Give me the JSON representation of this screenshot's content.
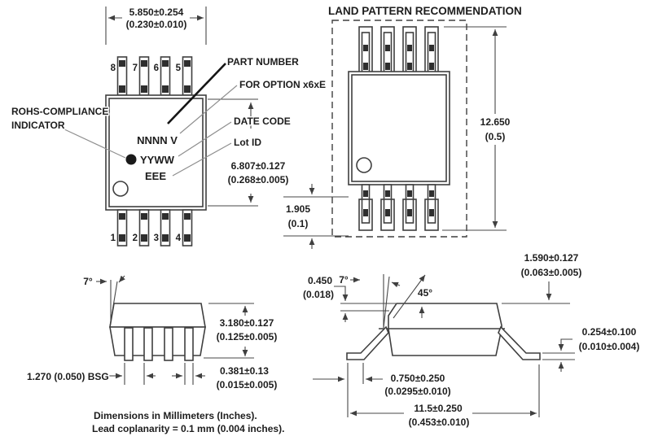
{
  "diagram": {
    "land_pattern_title": "LAND PATTERN RECOMMENDATION",
    "top_view": {
      "pin_numbers_top": [
        "8",
        "7",
        "6",
        "5"
      ],
      "pin_numbers_bottom": [
        "1",
        "2",
        "3",
        "4"
      ],
      "marking_line1": "NNNN V",
      "marking_line2": "YYWW",
      "marking_line3": "EEE",
      "labels": {
        "part_number": "PART NUMBER",
        "for_option": "FOR OPTION x6xE",
        "date_code": "DATE CODE",
        "lot_id": "Lot ID",
        "rohs_line1": "ROHS-COMPLIANCE",
        "rohs_line2": "INDICATOR"
      },
      "dims": {
        "width_mm": "5.850±0.254",
        "width_in": "(0.230±0.010)",
        "length_mm": "6.807±0.127",
        "length_in": "(0.268±0.005)"
      }
    },
    "land_pattern": {
      "dims": {
        "overall_mm": "12.650",
        "overall_in": "(0.5)",
        "pad_mm": "1.905",
        "pad_in": "(0.1)"
      }
    },
    "side_view": {
      "dims": {
        "draft_angle": "7°",
        "height_mm": "3.180±0.127",
        "height_in": "(0.125±0.005)",
        "pitch": "1.270 (0.050) BSG",
        "lead_width_mm": "0.381±0.13",
        "lead_width_in": "(0.015±0.005)"
      }
    },
    "profile_view": {
      "dims": {
        "chamfer_mm": "0.450",
        "chamfer_in": "(0.018)",
        "lead_angle": "7°",
        "chamfer_angle": "45°",
        "thickness_mm": "1.590±0.127",
        "thickness_in": "(0.063±0.005)",
        "standoff_mm": "0.254±0.100",
        "standoff_in": "(0.010±0.004)",
        "foot_mm": "0.750±0.250",
        "foot_in": "(0.0295±0.010)",
        "overall_mm": "11.5±0.250",
        "overall_in": "(0.453±0.010)"
      }
    },
    "notes": {
      "line1": "Dimensions in Millimeters (Inches).",
      "line2": "Lead coplanarity = 0.1 mm (0.004 inches)."
    }
  }
}
